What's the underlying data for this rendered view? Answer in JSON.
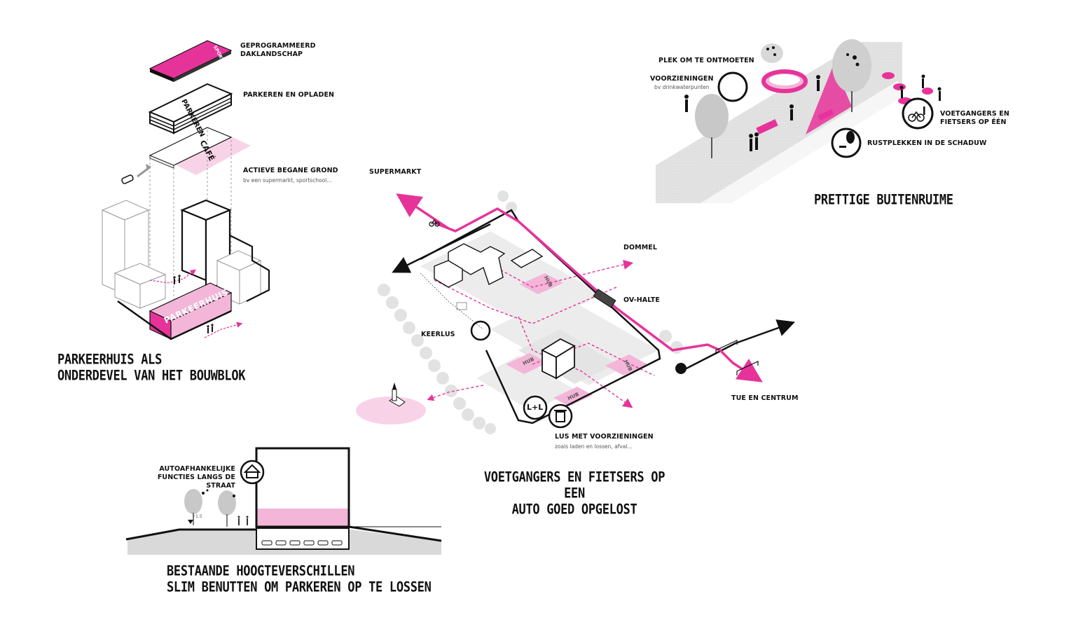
{
  "panels": {
    "parking_stack": {
      "labels": {
        "roof": "GEPROGRAMMEERD\nDAKLANDSCHAP",
        "parking": "PARKEREN EN OPLADEN",
        "ground": "ACTIEVE BEGANE GROND",
        "ground_sub": "bv een supermarkt, sportschool..."
      },
      "tags": {
        "sport": "SPORT",
        "parkeren": "PARKEREN",
        "cafe": "CAFÉ",
        "parkeerhuis": "PARKEERHUIS"
      },
      "title": "PARKEERHUIS ALS\nONDERDEVEL VAN HET BOUWBLOK"
    },
    "outdoor_space": {
      "labels": {
        "meet": "PLEK OM TE ONTMOETEN",
        "facilities": "VOORZIENINGEN",
        "facilities_sub": "bv drinkwaterpunten",
        "pedestrians": "VOETGANGERS EN\nFIETSERS OP ÉÉN",
        "rest": "RUSTPLEKKEN IN DE SCHADUW"
      },
      "title": "PRETTIGE BUITENRUIME"
    },
    "site_plan": {
      "labels": {
        "supermarkt": "SUPERMARKT",
        "dommel": "DOMMEL",
        "ov_halte": "OV-HALTE",
        "keerlus": "KEERLUS",
        "tue": "TUE EN CENTRUM",
        "loop": "LUS MET VOORZIENINGEN",
        "loop_sub": "zoals laden en lossen, afval..."
      },
      "tags": {
        "hub": "HUB",
        "ll": "L+L"
      },
      "title": "VOETGANGERS EN FIETSERS OP EEN\nAUTO GOED OPGELOST"
    },
    "section": {
      "labels": {
        "car_functions": "AUTOAFHANKELIJKE\nFUNCTIES LANGS DE STRAAT",
        "level": "+1.5"
      },
      "title": "BESTAANDE HOOGTEVERSCHILLEN\nSLIM BENUTTEN OM PARKEREN OP TE LOSSEN"
    }
  },
  "colors": {
    "accent": "#e6339a",
    "accent_light": "#f3b6d8",
    "accent_pale": "#f8d6e8",
    "ink": "#111111",
    "ghost": "#d8d8d8",
    "ghost_light": "#ececec"
  },
  "icons": [
    "car-icon",
    "cyclist-icon",
    "bus-icon",
    "trash-icon",
    "tree-icon",
    "bench-icon",
    "house-icon",
    "church-icon"
  ]
}
